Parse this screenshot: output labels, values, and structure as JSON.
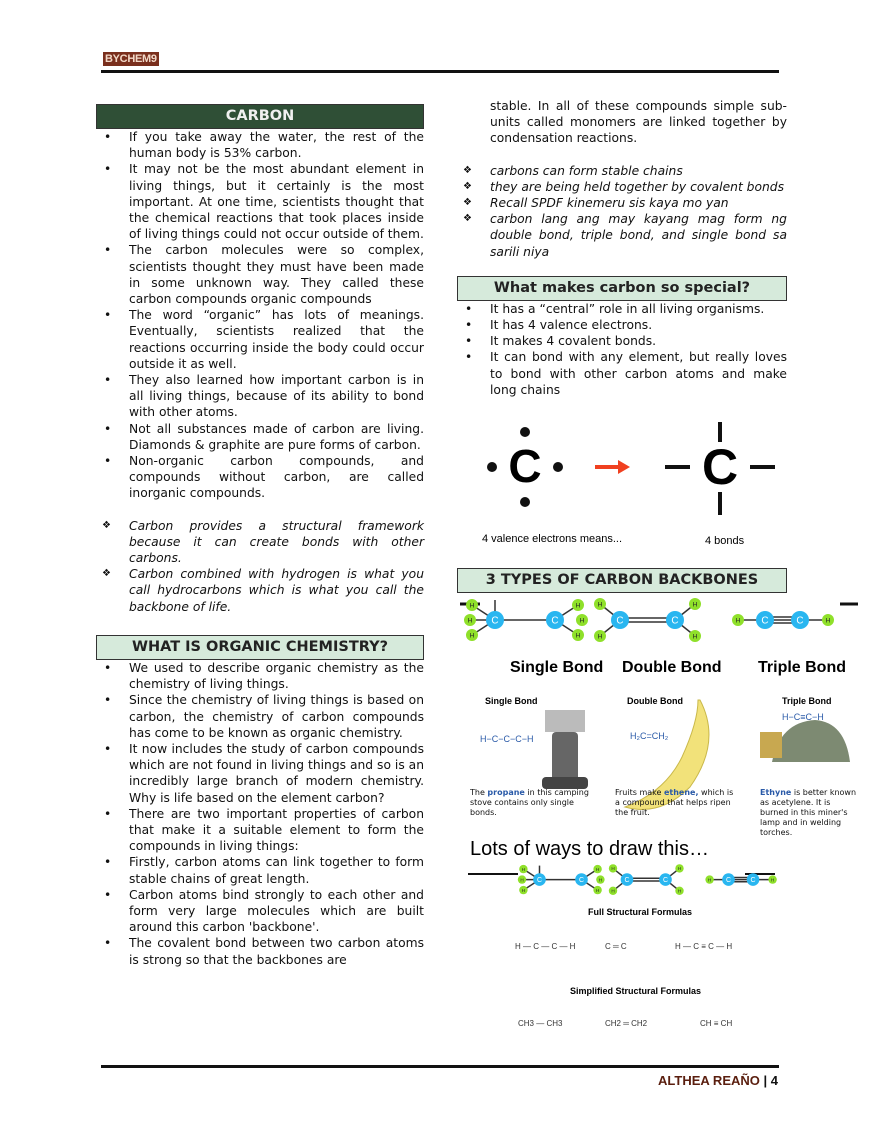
{
  "header": {
    "logo": "BYCHEM9"
  },
  "footer": {
    "author": "ALTHEA REAÑO",
    "separator": " | ",
    "page": "4"
  },
  "left": {
    "carbon_title": "CARBON",
    "carbon_bullets": [
      "If you take away the water, the rest of the human body is 53% carbon.",
      "It may not be the most abundant element in living things, but it certainly is the most important. At one time, scientists thought that the chemical reactions that took places inside of living things could not occur outside of them.",
      "The carbon molecules were so complex, scientists thought they must have been made in some unknown way. They called these carbon compounds organic compounds",
      "The word “organic” has lots of meanings. Eventually, scientists realized that the reactions occurring inside the body could occur outside it as well.",
      "They also learned how important carbon is in all living things, because of its ability to bond with other atoms.",
      "Not all substances made of carbon are living. Diamonds & graphite are pure forms of carbon.",
      "Non-organic carbon compounds, and compounds without carbon, are called inorganic compounds."
    ],
    "carbon_notes": [
      "Carbon provides a structural framework because it can create bonds with other carbons.",
      "Carbon combined with hydrogen is what you call hydrocarbons which is what you call the backbone of life."
    ],
    "organic_title": "WHAT IS ORGANIC CHEMISTRY?",
    "organic_bullets": [
      "We used to describe organic chemistry as the chemistry of living things.",
      "Since the chemistry of living things is based on carbon, the chemistry of carbon compounds has come to be known as organic chemistry.",
      "It now includes the study of carbon compounds which are not found in living things and so is an incredibly large branch of modern chemistry. Why is life based on the element carbon?",
      "There are two important properties of carbon that make it a suitable element to form the compounds in living things:",
      "Firstly, carbon atoms can link together to form stable chains of great length.",
      "Carbon atoms bind strongly to each other and form very large molecules which are built around this carbon 'backbone'.",
      "The covalent bond between two carbon atoms is strong so that the backbones are"
    ]
  },
  "right": {
    "continued": "stable. In all of these compounds simple sub-units called monomers are linked together by condensation reactions.",
    "notes": [
      "carbons can form stable chains",
      "they are being held together by covalent bonds",
      "Recall SPDF kinemeru sis kaya mo yan",
      "carbon lang ang may kayang mag form ng double bond, triple bond, and single bond sa sarili niya"
    ],
    "special_title": "What makes carbon so special?",
    "special_bullets": [
      "It has a “central” role in all living organisms.",
      "It has 4 valence electrons.",
      "It makes 4 covalent bonds.",
      "It can bond with any element, but really loves to bond with other carbon atoms and make long chains"
    ],
    "valence_figure": {
      "symbol": "C",
      "left_caption": "4 valence electrons means...",
      "right_caption": "4 bonds",
      "arrow_color": "#f04020"
    },
    "backbones_title": "3 TYPES OF CARBON BACKBONES",
    "bond_labels": [
      "Single Bond",
      "Double Bond",
      "Triple Bond"
    ],
    "examples": [
      {
        "title": "Single Bond",
        "caption_pre": "The ",
        "highlight": "propane",
        "caption_post": " in this camping stove contains only single bonds."
      },
      {
        "title": "Double Bond",
        "caption_pre": "Fruits make ",
        "highlight": "ethene,",
        "caption_post": " which is a compound that helps ripen the fruit."
      },
      {
        "title": "Triple Bond",
        "formula": "H−C≡C−H",
        "caption_pre": "",
        "highlight": "Ethyne",
        "caption_post": " is better known as acetylene. It is burned in this miner's lamp and in welding torches."
      }
    ],
    "draw_title": "Lots of ways to draw this…",
    "full_label": "Full Structural Formulas",
    "simplified_label": "Simplified Structural Formulas",
    "simplified": [
      "CH3 — CH3",
      "CH2 ═ CH2",
      "CH ≡ CH"
    ],
    "colors": {
      "carbon_atom": "#29b6f0",
      "hydrogen_atom": "#8fe02a",
      "highlight": "#2a5aa8"
    }
  }
}
